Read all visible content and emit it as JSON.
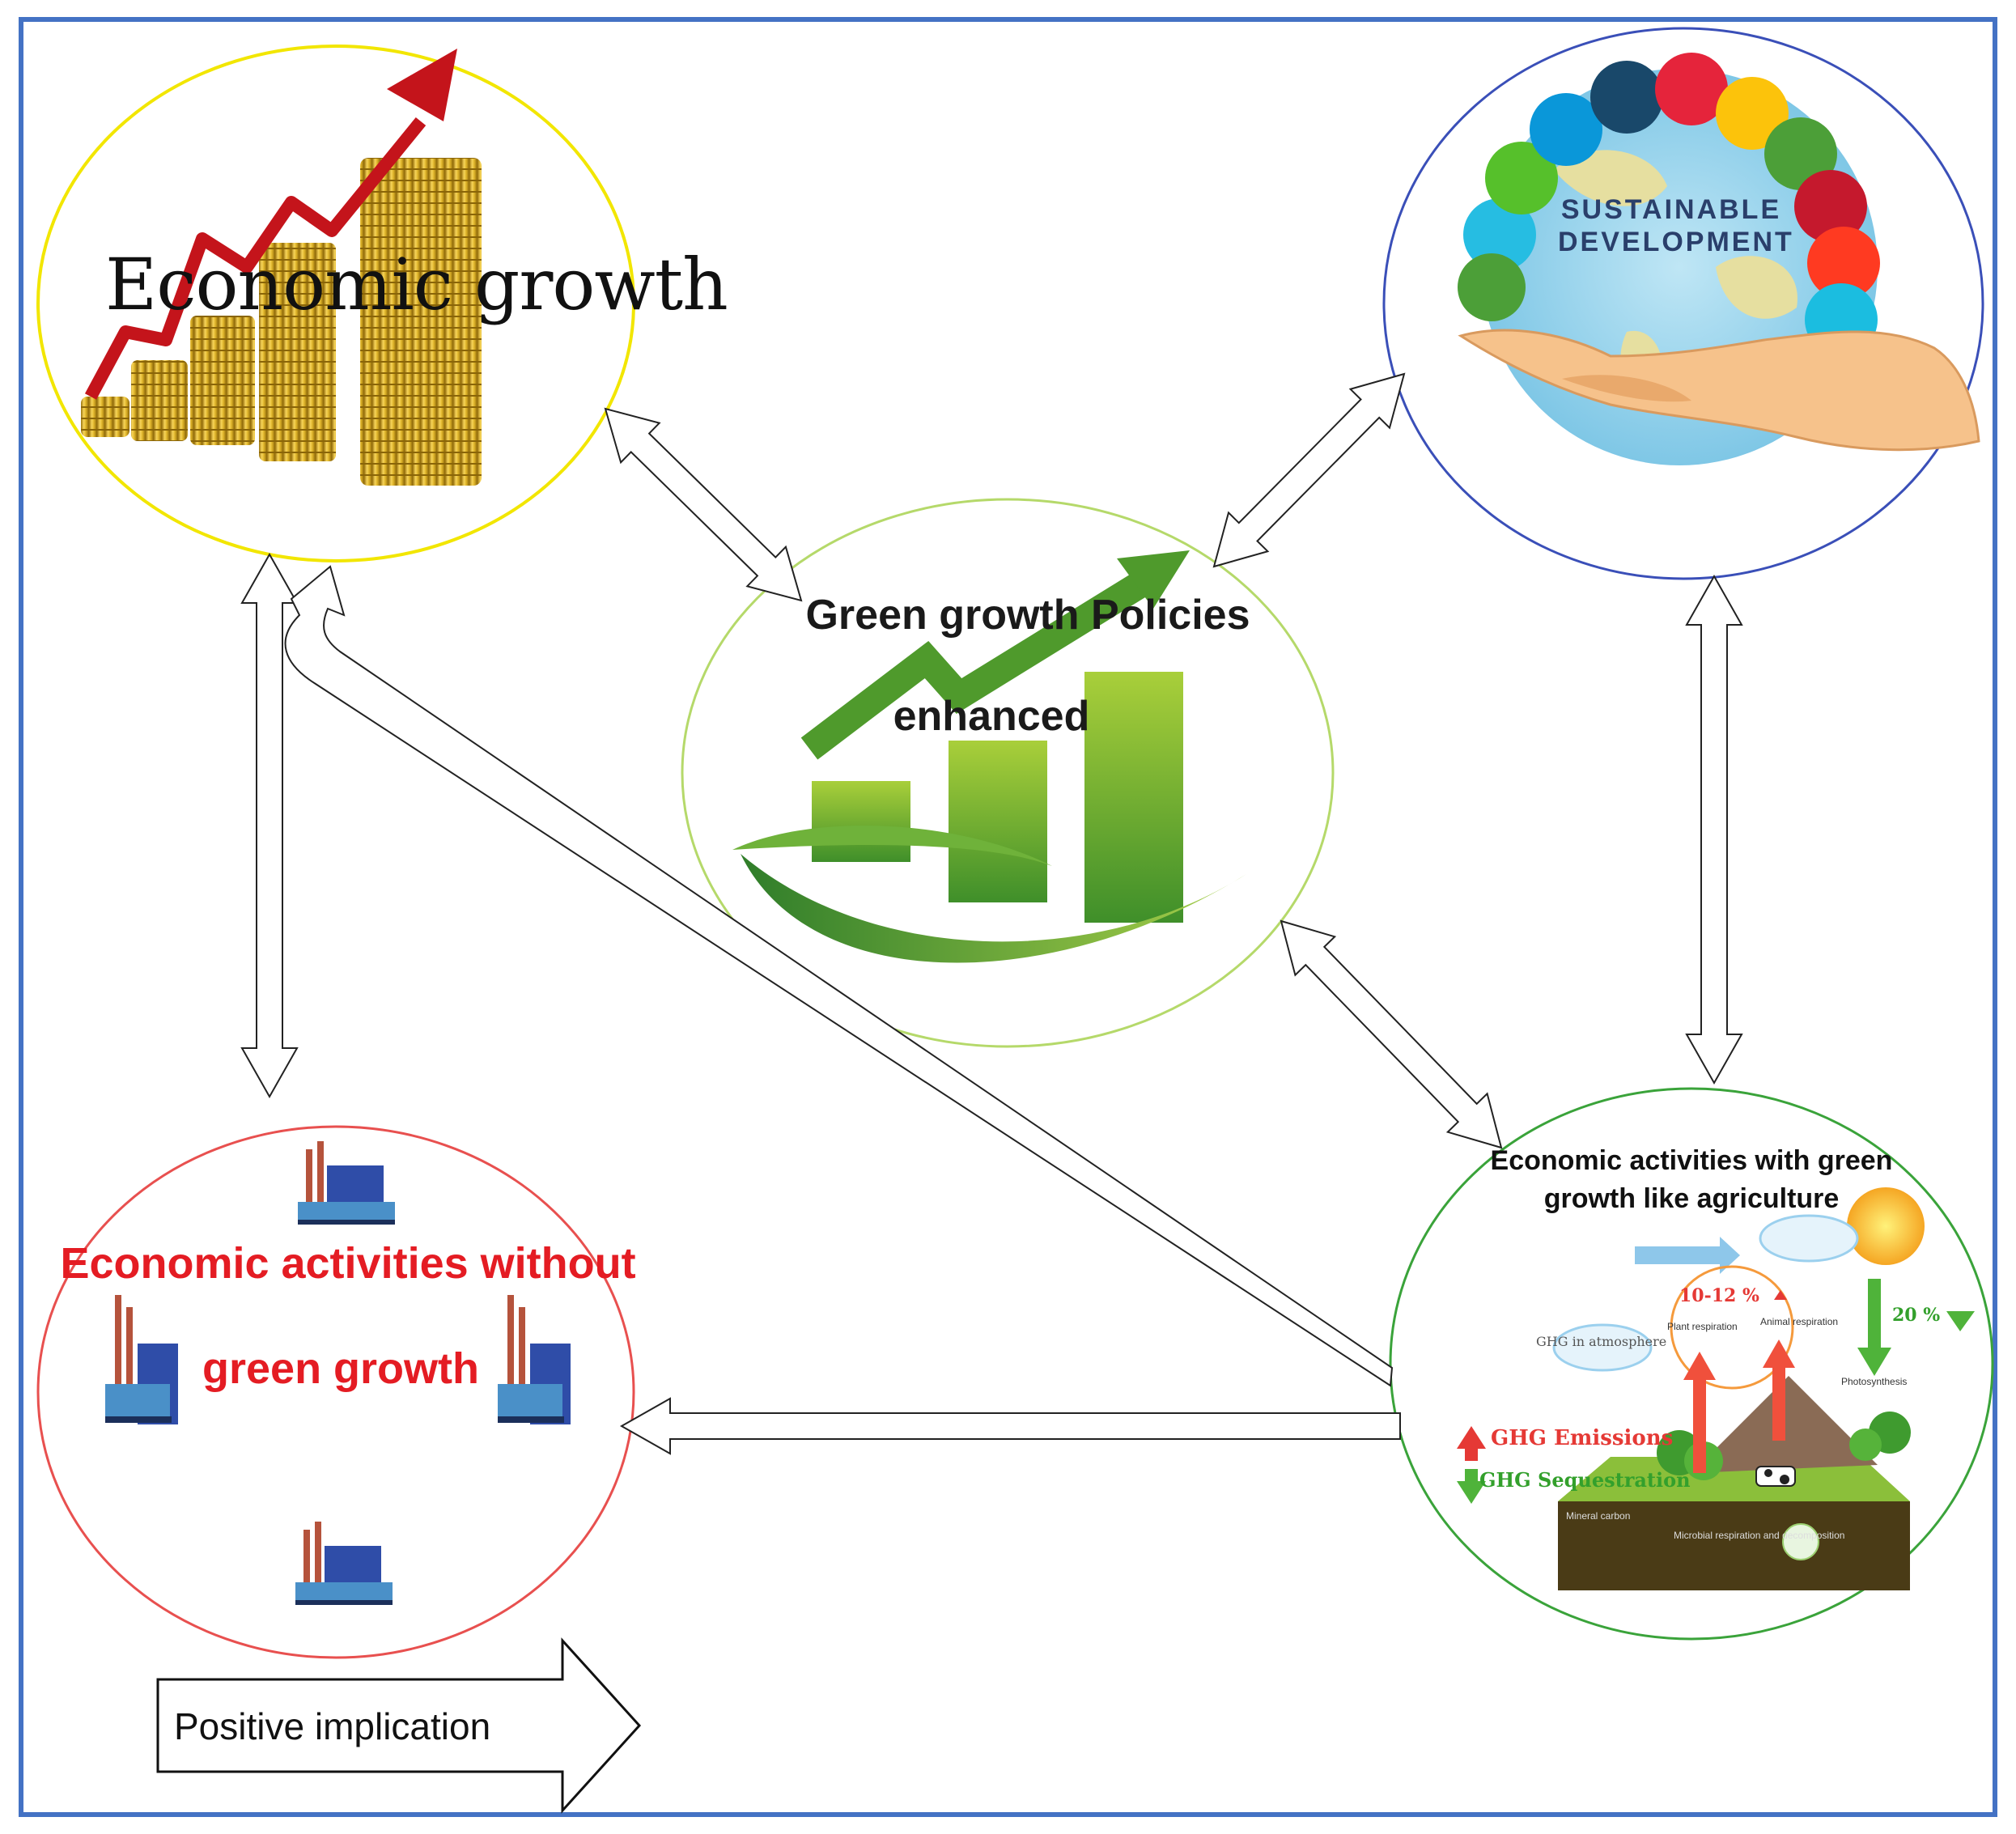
{
  "nodes": {
    "economic_growth": {
      "label": "Economic growth"
    },
    "green_policies": {
      "line1": "Green growth Policies",
      "line2": "enhanced"
    },
    "sustainable_development": {
      "line1": "SUSTAINABLE",
      "line2": "DEVELOPMENT"
    },
    "without_green": {
      "line1": "Economic activities without",
      "line2": "green growth"
    },
    "with_green": {
      "line1": "Economic activities with green",
      "line2": "growth like agriculture",
      "details": {
        "pct_up": "10-12 %",
        "pct_down": "20 %",
        "ghg_atmosphere": "GHG in atmosphere",
        "plant_respiration": "Plant respiration",
        "animal_respiration": "Animal respiration",
        "photosynthesis": "Photosynthesis",
        "ghg_emissions": "GHG Emissions",
        "ghg_sequestration": "GHG Sequestration",
        "mineral_carbon": "Mineral carbon",
        "microbial": "Microbial respiration and decomposition"
      }
    }
  },
  "legend": {
    "label": "Positive implication"
  },
  "colors": {
    "frame": "#4472c4",
    "econ_circle": "#f2e600",
    "policy_circle": "#b5d96a",
    "sd_circle": "#3a4fb8",
    "without_circle": "#e8504f",
    "with_circle": "#3aa33a",
    "without_text": "#e41c23"
  },
  "icons": [
    "coin-stack-icon",
    "red-trend-arrow-icon",
    "green-bar-chart-icon",
    "leaf-icon",
    "globe-in-hand-icon",
    "sdg-ring-icon",
    "factory-icon",
    "sun-icon",
    "cloud-icon",
    "cow-icon",
    "tree-icon"
  ]
}
